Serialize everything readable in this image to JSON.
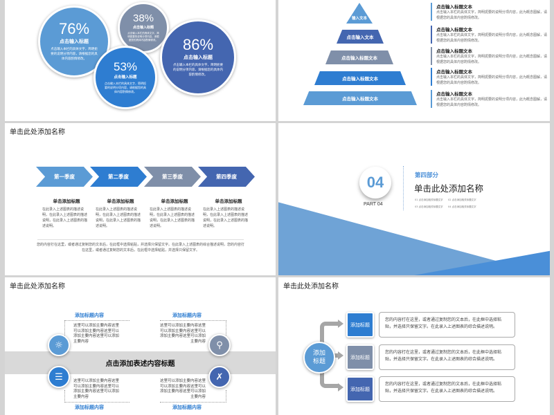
{
  "colors": {
    "light_blue": "#5b9bd5",
    "blue": "#2e7dd1",
    "slate": "#7f8fa9",
    "indigo": "#4466b0"
  },
  "slide1": {
    "circles": [
      {
        "pct": "76%",
        "title": "点击输入标题",
        "desc": "点击输入本栏的具体文字，简明扼要的说明分项内容，请根据您的具体内容酌情修改。"
      },
      {
        "pct": "38%",
        "title": "点击输入标题",
        "desc": "点击输入本栏的具体文字，简明扼要的说明分项内容，请根据您的具体内容酌情修改。"
      },
      {
        "pct": "53%",
        "title": "点击输入标题",
        "desc": "点击输入本栏的具体文字，简明扼要的说明分项内容，请根据您的具体内容酌情修改。"
      },
      {
        "pct": "86%",
        "title": "点击输入标题",
        "desc": "点击输入本栏的具体文字，简明扼要的说明分项内容，请根据您的具体内容酌情修改。"
      }
    ]
  },
  "slide2": {
    "tiers": [
      "输入文本",
      "点击输入文本",
      "点击输入标题文本",
      "点击输入标题文本",
      "点击输入标题文本"
    ],
    "items": [
      {
        "title": "点击输入标题文本",
        "desc": "点击输入本栏的具体文字，简明扼要的说明分项内容，此为概念图解，请根据您的具体内容酌情修改。"
      },
      {
        "title": "点击输入标题文本",
        "desc": "点击输入本栏的具体文字，简明扼要的说明分项内容，此为概念图解，请根据您的具体内容酌情修改。"
      },
      {
        "title": "点击输入标题文本",
        "desc": "点击输入本栏的具体文字，简明扼要的说明分项内容，此为概念图解，请根据您的具体内容酌情修改。"
      },
      {
        "title": "点击输入标题文本",
        "desc": "点击输入本栏的具体文字，简明扼要的说明分项内容，此为概念图解，请根据您的具体内容酌情修改。"
      },
      {
        "title": "点击输入标题文本",
        "desc": "点击输入本栏的具体文字，简明扼要的说明分项内容，此为概念图解，请根据您的具体内容酌情修改。"
      }
    ]
  },
  "slide3": {
    "title": "单击此处添加名称",
    "quarters": [
      {
        "label": "第一季度",
        "heading": "单击添加标题",
        "desc": "在此录入上述图表的描述说明，在此录入上述图表的描述说明，在此录入上述图表的描述说明。"
      },
      {
        "label": "第二季度",
        "heading": "单击添加标题",
        "desc": "在此录入上述图表的描述说明，在此录入上述图表的描述说明，在此录入上述图表的描述说明。"
      },
      {
        "label": "第三季度",
        "heading": "单击添加标题",
        "desc": "在此录入上述图表的描述说明，在此录入上述图表的描述说明，在此录入上述图表的描述说明。"
      },
      {
        "label": "第四季度",
        "heading": "单击添加标题",
        "desc": "在此录入上述图表的描述说明，在此录入上述图表的描述说明，在此录入上述图表的描述说明。"
      }
    ],
    "footer": "您的内容打在这里，或者通过复制您的文本后，在此框中选择粘贴，并选择只保留文字。在此录入上述图表的综合描述说明，您的内容打在这里，或者通过复制您的文本后，在此框中选择粘贴，并选择只保留文字。"
  },
  "slide4": {
    "number": "04",
    "part": "PART 04",
    "section": "第四部分",
    "title": "单击此处添加名称",
    "items": [
      "01 点击添加相关标题文字",
      "02 点击添加相关标题文字",
      "03 点击添加相关标题文字",
      "04 点击添加相关标题文字"
    ]
  },
  "slide5": {
    "title": "单击此处添加名称",
    "band": "点击添加表述内容标题",
    "blocks": [
      {
        "heading": "添加标题内容",
        "text": "这里可以添加主要内容这里可以添加主要内容这里可以添加主要内容这里可以添加主要内容",
        "icon": "lightbulb-icon"
      },
      {
        "heading": "添加标题内容",
        "text": "这里可以添加主要内容这里可以添加主要内容这里可以添加主要内容这里可以添加主要内容",
        "icon": "magnifier-chart-icon"
      },
      {
        "heading": "添加标题内容",
        "text": "这里可以添加主要内容这里可以添加主要内容这里可以添加主要内容这里可以添加主要内容",
        "icon": "clipboard-icon"
      },
      {
        "heading": "添加标题内容",
        "text": "这里可以添加主要内容这里可以添加主要内容这里可以添加主要内容这里可以添加主要内容",
        "icon": "tools-icon"
      }
    ]
  },
  "slide6": {
    "title": "单击此处添加名称",
    "center": "添加标题",
    "rows": [
      {
        "label": "添加标题",
        "text": "您的内容打在这里，或者通过复制您的文本后，在此框中选择粘贴，并选择只保留文字。在此录入上述图表的综合描述说明。"
      },
      {
        "label": "添加标题",
        "text": "您的内容打在这里，或者通过复制您的文本后，在此框中选择粘贴，并选择只保留文字。在此录入上述图表的综合描述说明。"
      },
      {
        "label": "添加标题",
        "text": "您的内容打在这里，或者通过复制您的文本后，在此框中选择粘贴，并选择只保留文字。在此录入上述图表的综合描述说明。"
      }
    ]
  }
}
